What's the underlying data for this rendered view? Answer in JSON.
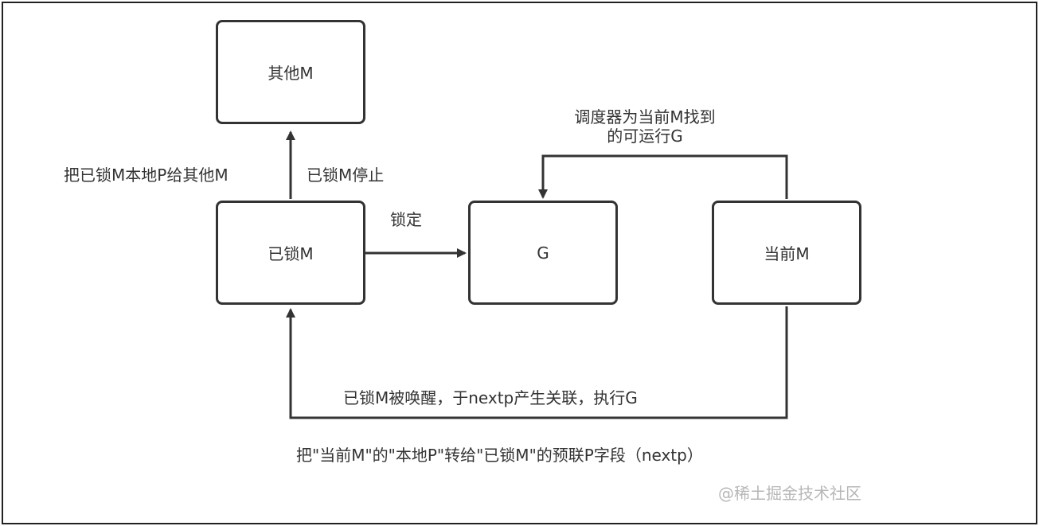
{
  "nodes": {
    "other_m": "其他M",
    "locked_m": "已锁M",
    "g": "G",
    "current_m": "当前M"
  },
  "labels": {
    "give_p": "把已锁M本地P给其他M",
    "stop": "已锁M停止",
    "lock": "锁定",
    "scheduler_line1": "调度器为当前M找到",
    "scheduler_line2": "的可运行G",
    "wakeup": "已锁M被唤醒，于nextp产生关联，执行G",
    "transfer": "把\"当前M\"的\"本地P\"转给\"已锁M\"的预联P字段（nextp）"
  },
  "watermark": "@稀土掘金技术社区"
}
